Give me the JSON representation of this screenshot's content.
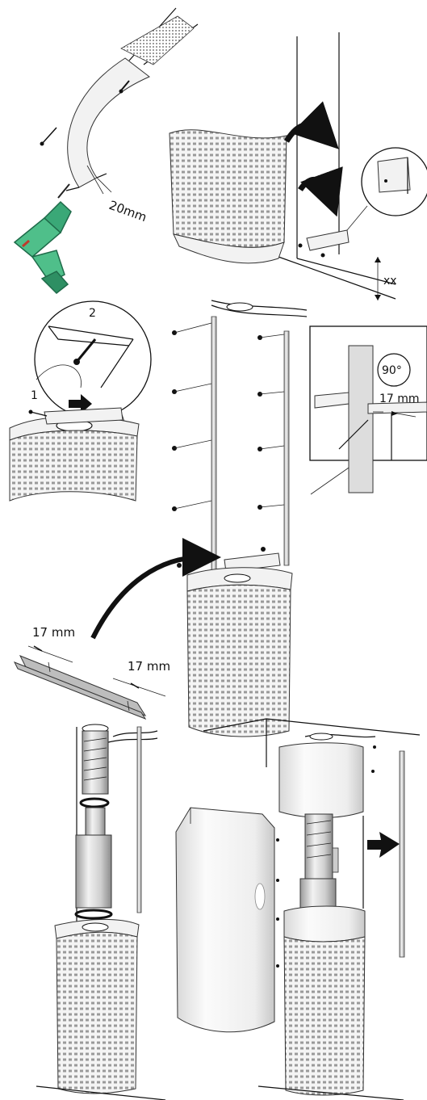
{
  "labels": {
    "dim_20mm": "20mm",
    "dim_xx": "xx",
    "step_1": "1",
    "step_2": "2",
    "angle_90": "90°",
    "dim_17mm_detail": "17 mm",
    "dim_17mm_left": "17 mm",
    "dim_17mm_right": "17 mm"
  },
  "colors": {
    "line": "#111111",
    "drill_green": "#4fbf8a",
    "drill_dark": "#1f6b4a",
    "drill_red": "#c0392b",
    "metal_light": "#f2f2f2",
    "plate_gray": "#bdbdbd"
  },
  "icons": {
    "arrow": "curved-arrow-icon",
    "drill": "power-drill-icon",
    "screw": "screw-icon"
  }
}
